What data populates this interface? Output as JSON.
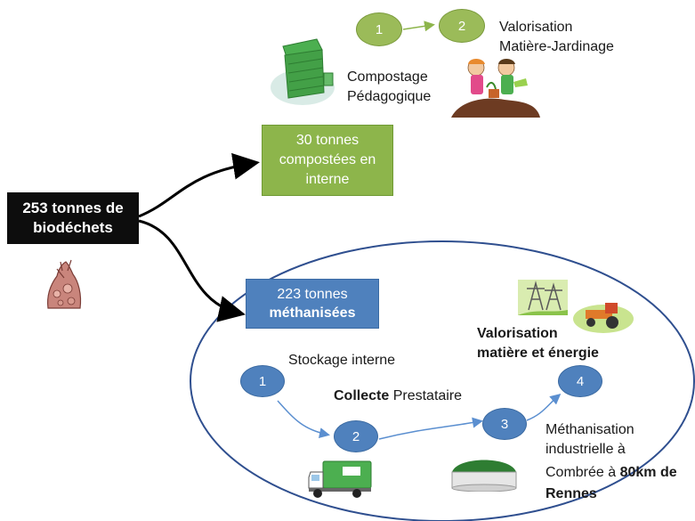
{
  "source": {
    "line1": "253 tonnes de",
    "line2": "biodéchets",
    "icon": "food-waste-icon"
  },
  "compost_branch": {
    "box_line1": "30 tonnes",
    "box_line2": "compostées en",
    "box_line3": "interne",
    "steps": [
      {
        "number": "1",
        "line1": "Compostage",
        "line2": "Pédagogique",
        "icon": "compost-bin-icon"
      },
      {
        "number": "2",
        "line1": "Valorisation",
        "line2": "Matière-Jardinage",
        "icon": "children-gardening-icon"
      }
    ]
  },
  "metha_branch": {
    "box_line1": "223 tonnes",
    "box_line2": "méthanisées",
    "steps": [
      {
        "number": "1",
        "label": "Stockage interne"
      },
      {
        "number": "2",
        "label_bold": "Collecte",
        "label_rest": " Prestataire",
        "icon": "collection-truck-icon"
      },
      {
        "number": "3",
        "line1": "Méthanisation",
        "line2": "industrielle à",
        "line3_normal": "Combrée à ",
        "line3_bold": "80km de",
        "line4_bold": "Rennes",
        "icon": "digester-tank-icon"
      },
      {
        "number": "4",
        "line1": "Valorisation",
        "line2": "matière et énergie",
        "icon": "energy-and-tractor-icon"
      }
    ]
  },
  "colors": {
    "black_box": "#0d0d0d",
    "green": "#8db54b",
    "blue": "#4f81bd",
    "ellipse_border": "#2f4f8f"
  }
}
